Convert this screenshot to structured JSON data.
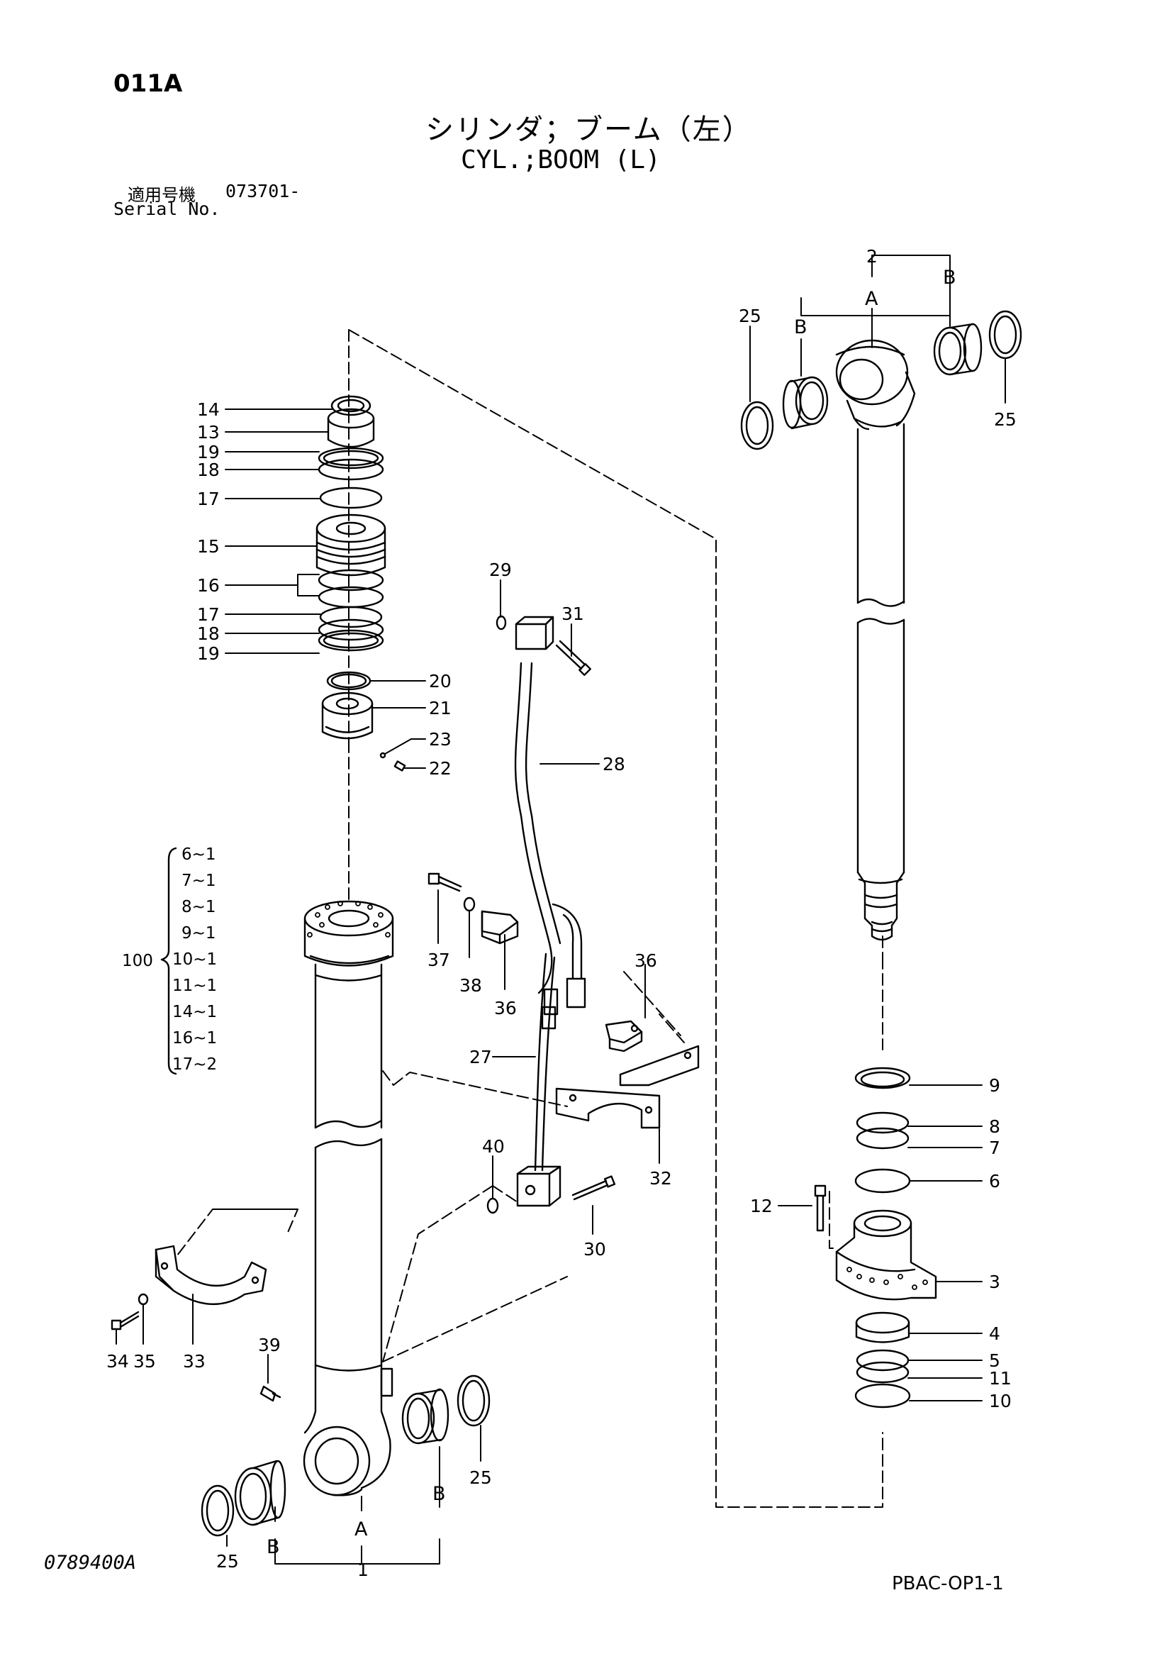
{
  "page_code": "011A",
  "title_jp": "シリンダ；ブーム（左）",
  "title_en": "CYL.;BOOM (L)",
  "serial": {
    "label_jp": "適用号機",
    "number": "073701-",
    "label_en": "Serial No."
  },
  "doc_id": "0789400A",
  "footer_code": "PBAC-OP1-1",
  "callouts": {
    "c14": "14",
    "c13": "13",
    "c19a": "19",
    "c18a": "18",
    "c17a": "17",
    "c15": "15",
    "c16": "16",
    "c17b": "17",
    "c18b": "18",
    "c19b": "19",
    "c20": "20",
    "c21": "21",
    "c23": "23",
    "c22": "22",
    "c29": "29",
    "c31": "31",
    "c28": "28",
    "c37": "37",
    "c38": "38",
    "c36a": "36",
    "c36b": "36",
    "c27": "27",
    "c32": "32",
    "c40": "40",
    "c30": "30",
    "c34": "34",
    "c35": "35",
    "c33": "33",
    "c39": "39",
    "c25a": "25",
    "c25b": "25",
    "c25c": "25",
    "c25d": "25",
    "c2": "2",
    "c1": "1",
    "c9": "9",
    "c8": "8",
    "c7": "7",
    "c6": "6",
    "c12": "12",
    "c3": "3",
    "c4": "4",
    "c5": "5",
    "c11": "11",
    "c10": "10"
  },
  "letters": {
    "a_top": "A",
    "b_top_left": "B",
    "b_top_right": "B",
    "a_bottom": "A",
    "b_bottom_left": "B",
    "b_bottom_right": "B"
  },
  "kit": {
    "number": "100",
    "items": [
      "6~1",
      "7~1",
      "8~1",
      "9~1",
      "10~1",
      "11~1",
      "14~1",
      "16~1",
      "17~2"
    ]
  }
}
